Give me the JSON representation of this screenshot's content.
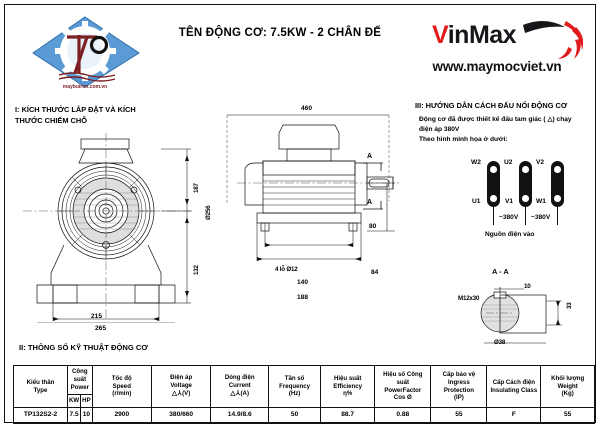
{
  "header": {
    "title": "TÊN ĐỘNG CƠ: 7.5KW - 2 CHÂN ĐẾ",
    "logo_alt": "7P company gear logo",
    "brand_v": "V",
    "brand_rest": "inMax",
    "brand_url": "www.maymocviet.vn"
  },
  "sections": {
    "one": "I: KÍCH THƯỚC LẮP ĐẶT VÀ KÍCH THƯỚC CHIẾM CHỖ",
    "two": "II: THÔNG SỐ KỸ THUẬT ĐỘNG CƠ",
    "three": "III: HƯỚNG DẪN CÁCH ĐẤU NỐI ĐỘNG CƠ",
    "three_body_1": "Động cơ đã được thiết kế đấu tam giác ( △) chạy",
    "three_body_2": "điện áp 380V",
    "three_body_3": "Theo hình minh họa ở dưới:"
  },
  "front_view": {
    "dim_187": "187",
    "dim_132": "132",
    "dim_215": "215",
    "dim_265": "265",
    "dim_diam": "Ø256"
  },
  "side_view": {
    "dim_460": "460",
    "dim_188": "188",
    "dim_140": "140",
    "dim_holes": "4 lỗ Ø12",
    "dim_84": "84",
    "dim_80": "80",
    "section_mark_top": "A",
    "section_mark_bottom": "A"
  },
  "section_aa": {
    "title": "A - A",
    "thread": "M12x30",
    "dim_10": "10",
    "dim_shaft": "Ø38",
    "dim_side": "33"
  },
  "wiring": {
    "terminals_top": [
      "W2",
      "U2",
      "V2"
    ],
    "terminals_bottom": [
      "U1",
      "V1",
      "W1"
    ],
    "voltage_labels": [
      "~380V",
      "~380V"
    ],
    "supply_label": "Nguồn điện vào"
  },
  "spec_table": {
    "headers": [
      {
        "vi": "Kiểu thân",
        "en": "Type",
        "unit": "",
        "sym": ""
      },
      {
        "vi": "Công suất",
        "en": "Power",
        "unit": "",
        "sym": "",
        "sub": [
          "KW",
          "HP"
        ]
      },
      {
        "vi": "Tốc độ",
        "en": "Speed",
        "unit": "(r/min)",
        "sym": ""
      },
      {
        "vi": "Điện áp",
        "en": "Voltage",
        "unit": "(V)",
        "sym": "△⅄"
      },
      {
        "vi": "Dòng điện",
        "en": "Current",
        "unit": "(A)",
        "sym": "△⅄"
      },
      {
        "vi": "Tần số",
        "en": "Frequency",
        "unit": "(Hz)",
        "sym": ""
      },
      {
        "vi": "Hiệu suất",
        "en": "Efficiency",
        "unit": "η%",
        "sym": ""
      },
      {
        "vi": "Hiệu số Công suất",
        "en": "PowerFactor",
        "unit": "Cos Ø",
        "sym": ""
      },
      {
        "vi": "Cấp bảo vệ",
        "en": "Ingress Protection",
        "unit": "(IP)",
        "sym": ""
      },
      {
        "vi": "Cấp Cách điện",
        "en": "Insulating Class",
        "unit": "",
        "sym": ""
      },
      {
        "vi": "Khối lượng",
        "en": "Weight",
        "unit": "(Kg)",
        "sym": ""
      }
    ],
    "row": {
      "type": "TP132S2-2",
      "kw": "7.5",
      "hp": "10",
      "speed": "2900",
      "voltage": "380/660",
      "current": "14.9/8.6",
      "frequency": "50",
      "efficiency": "88.7",
      "power_factor": "0.88",
      "ip": "55",
      "insulation": "F",
      "weight": "55"
    }
  },
  "colors": {
    "brand_red": "#e01b1b",
    "brand_dark": "#17171b",
    "logo_blue": "#5b9bd5",
    "line": "#111111"
  }
}
